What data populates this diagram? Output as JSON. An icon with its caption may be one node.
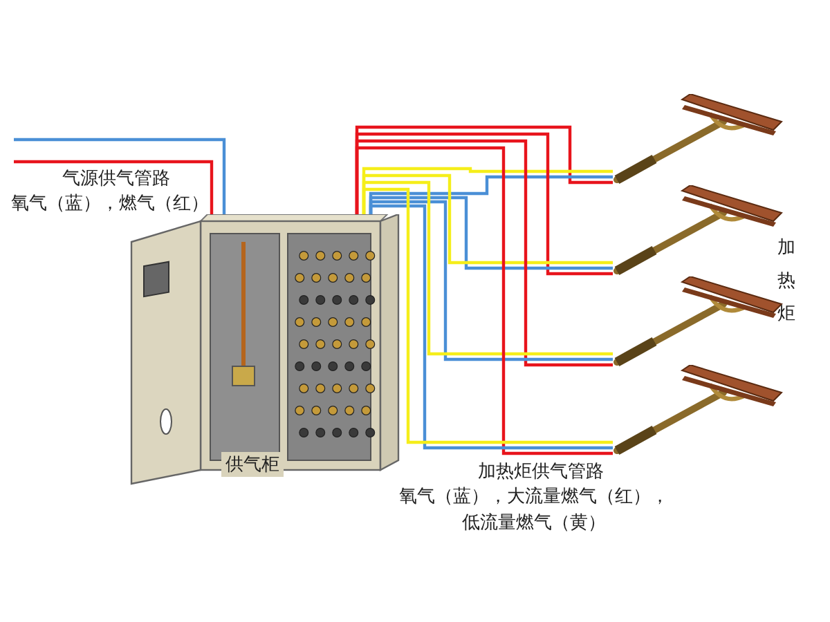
{
  "diagram": {
    "nodes": [
      {
        "text": [
          "供气柜"
        ]
      },
      {
        "text": [],
        "shape": "picture"
      },
      {
        "text": [],
        "shape": "picture"
      },
      {
        "text": [],
        "shape": "picture"
      },
      {
        "text": [],
        "shape": "picture"
      }
    ],
    "edges": [
      {
        "from": null,
        "to": 0,
        "arrow": "none",
        "color": "#4a8fd6"
      },
      {
        "from": null,
        "to": 0,
        "arrow": "none",
        "color": "#e8141c"
      },
      {
        "from": 0,
        "to": 1,
        "arrow": "none",
        "color": "#e8141c"
      },
      {
        "from": 0,
        "to": 1,
        "arrow": "none",
        "color": "#4a8fd6"
      },
      {
        "from": 0,
        "to": 1,
        "arrow": "none",
        "color": "#f5ee1a"
      },
      {
        "from": 0,
        "to": 2,
        "arrow": "none",
        "color": "#e8141c"
      },
      {
        "from": 0,
        "to": 2,
        "arrow": "none",
        "color": "#4a8fd6"
      },
      {
        "from": 0,
        "to": 2,
        "arrow": "none",
        "color": "#f5ee1a"
      },
      {
        "from": 0,
        "to": 3,
        "arrow": "none",
        "color": "#e8141c"
      },
      {
        "from": 0,
        "to": 3,
        "arrow": "none",
        "color": "#4a8fd6"
      },
      {
        "from": 0,
        "to": 3,
        "arrow": "none",
        "color": "#f5ee1a"
      },
      {
        "from": 0,
        "to": 4,
        "arrow": "none",
        "color": "#e8141c"
      },
      {
        "from": 0,
        "to": 4,
        "arrow": "none",
        "color": "#4a8fd6"
      },
      {
        "from": 0,
        "to": 4,
        "arrow": "none",
        "color": "#f5ee1a"
      }
    ],
    "labels": [
      "气源供气管路",
      "氧气（蓝），燃气（红）",
      "加热炬",
      "加热炬供气管路",
      "氧气（蓝），大流量燃气（红），低流量燃气（黄）"
    ]
  }
}
